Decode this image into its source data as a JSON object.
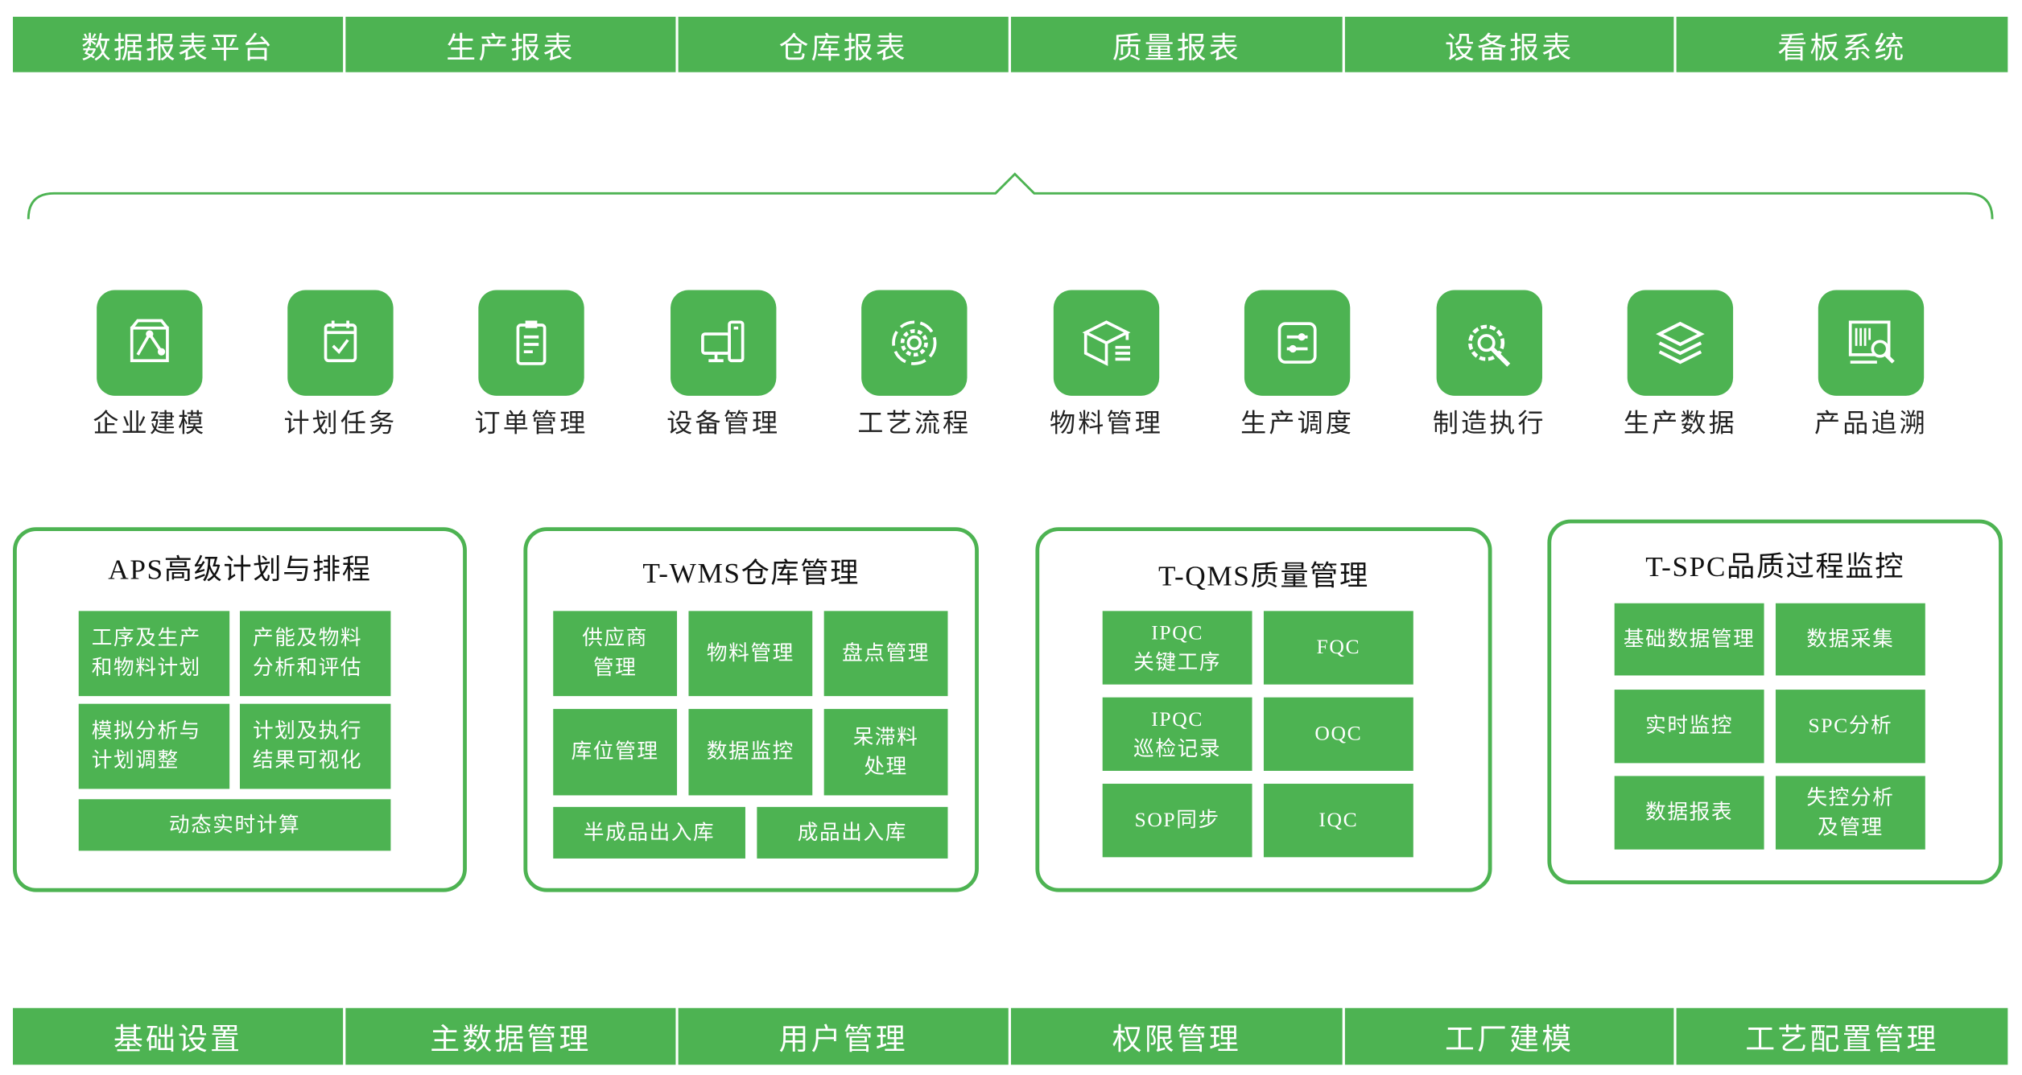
{
  "top_bar": [
    "数据报表平台",
    "生产报表",
    "仓库报表",
    "质量报表",
    "设备报表",
    "看板系统"
  ],
  "modules": [
    {
      "label": "企业建模",
      "icon": "enterprise-model-icon"
    },
    {
      "label": "计划任务",
      "icon": "calendar-check-icon"
    },
    {
      "label": "订单管理",
      "icon": "clipboard-icon"
    },
    {
      "label": "设备管理",
      "icon": "computer-device-icon"
    },
    {
      "label": "工艺流程",
      "icon": "gear-icon"
    },
    {
      "label": "物料管理",
      "icon": "box-icon"
    },
    {
      "label": "生产调度",
      "icon": "sliders-icon"
    },
    {
      "label": "制造执行",
      "icon": "gear-wrench-icon"
    },
    {
      "label": "生产数据",
      "icon": "layers-icon"
    },
    {
      "label": "产品追溯",
      "icon": "barcode-search-icon"
    }
  ],
  "systems": [
    {
      "title": "APS高级计划与排程",
      "tiles": [
        "工序及生产\n和物料计划",
        "产能及物料\n分析和评估",
        "模拟分析与\n计划调整",
        "计划及执行\n结果可视化",
        "动态实时计算"
      ]
    },
    {
      "title": "T-WMS仓库管理",
      "tiles": [
        "供应商\n管理",
        "物料管理",
        "盘点管理",
        "库位管理",
        "数据监控",
        "呆滞料\n处理",
        "半成品出入库",
        "成品出入库"
      ]
    },
    {
      "title": "T-QMS质量管理",
      "tiles": [
        "IPQC\n关键工序",
        "FQC",
        "IPQC\n巡检记录",
        "OQC",
        "SOP同步",
        "IQC"
      ]
    },
    {
      "title": "T-SPC品质过程监控",
      "tiles": [
        "基础数据管理",
        "数据采集",
        "实时监控",
        "SPC分析",
        "数据报表",
        "失控分析\n及管理"
      ]
    }
  ],
  "bottom_bar": [
    "基础设置",
    "主数据管理",
    "用户管理",
    "权限管理",
    "工厂建模",
    "工艺配置管理"
  ],
  "colors": {
    "accent": "#4db352"
  }
}
